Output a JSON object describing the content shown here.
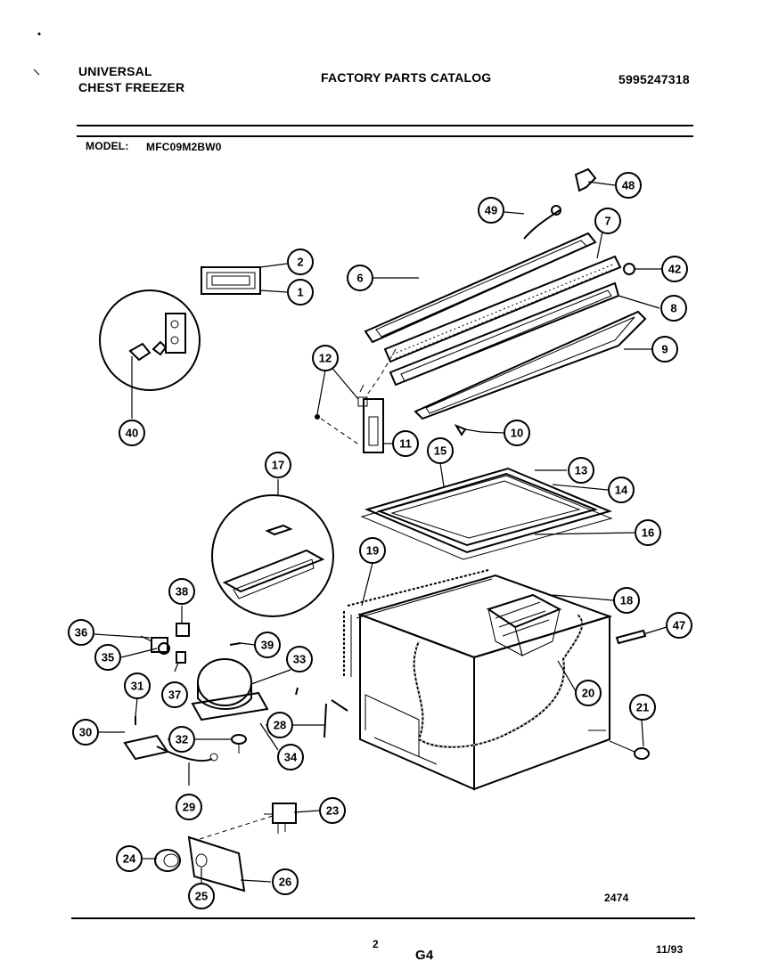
{
  "header": {
    "brand": "UNIVERSAL",
    "product": "CHEST FREEZER",
    "catalog_title": "FACTORY PARTS CATALOG",
    "catalog_number": "5995247318",
    "model_label": "MODEL:",
    "model_value": "MFC09M2BW0"
  },
  "footer": {
    "drawing_number": "2474",
    "page_number": "2",
    "section_code": "G4",
    "date": "11/93"
  },
  "callouts": [
    "1",
    "2",
    "6",
    "7",
    "8",
    "9",
    "10",
    "11",
    "12",
    "13",
    "14",
    "15",
    "16",
    "17",
    "18",
    "19",
    "20",
    "21",
    "23",
    "24",
    "25",
    "26",
    "28",
    "29",
    "30",
    "31",
    "32",
    "33",
    "34",
    "35",
    "36",
    "37",
    "38",
    "39",
    "40",
    "42",
    "47",
    "48",
    "49"
  ]
}
